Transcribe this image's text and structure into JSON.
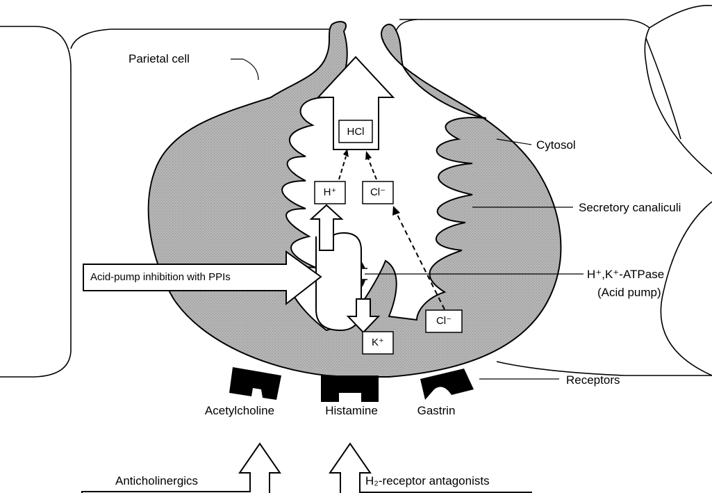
{
  "labels": {
    "parietal_cell": "Parietal cell",
    "cytosol": "Cytosol",
    "secretory_canaliculi": "Secretory canaliculi",
    "acid_pump_line1": "H⁺,K⁺-ATPase",
    "acid_pump_line2": "(Acid pump)",
    "receptors": "Receptors",
    "acetylcholine": "Acetylcholine",
    "histamine": "Histamine",
    "gastrin": "Gastrin"
  },
  "ions": {
    "hcl": "HCl",
    "h_plus": "H⁺",
    "cl_minus_top": "Cl⁻",
    "cl_minus_bottom": "Cl⁻",
    "k_plus": "K⁺"
  },
  "drugs": {
    "ppi": "Acid-pump inhibition with PPIs",
    "anticholinergics": "Anticholinergics",
    "h2_antagonists": "H₂-receptor antagonists"
  },
  "colors": {
    "cell_fill": "#a9a9a9",
    "line": "#000000",
    "background": "#ffffff"
  }
}
